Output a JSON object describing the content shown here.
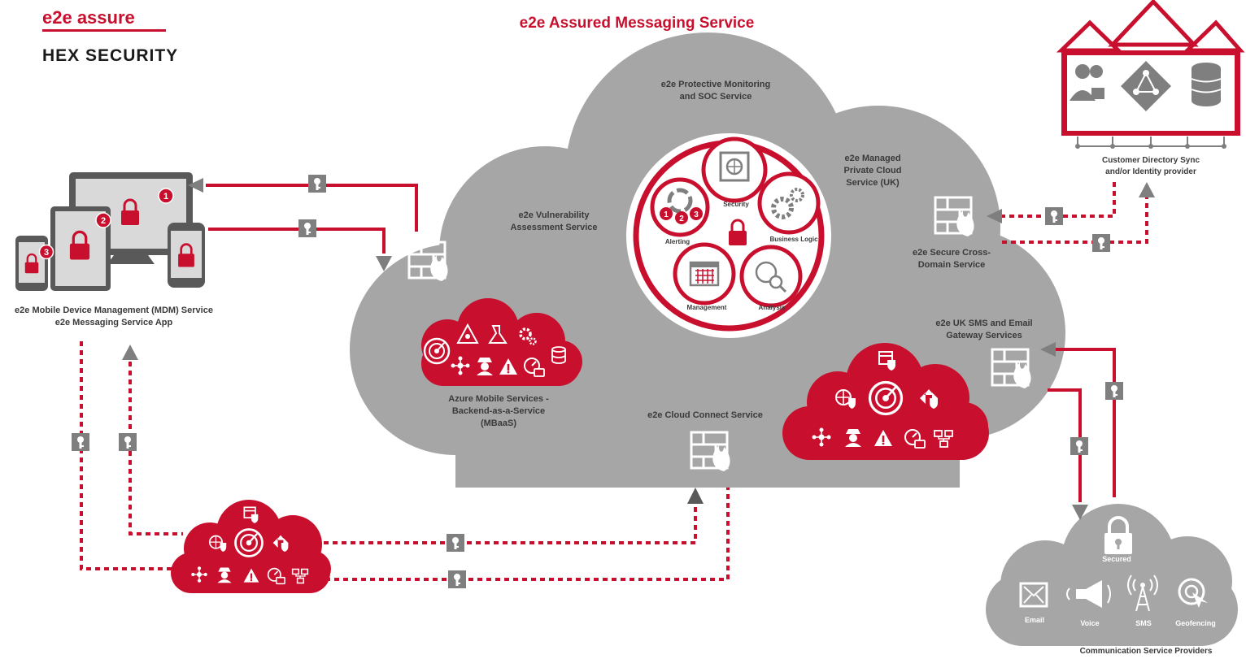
{
  "header": {
    "title": "e2e Assured Messaging Service",
    "logo_top": "e2e assure",
    "logo_bottom": "HEX SECURITY"
  },
  "labels": {
    "protective_monitoring_1": "e2e Protective Monitoring",
    "protective_monitoring_2": "and SOC Service",
    "vuln_1": "e2e Vulnerability",
    "vuln_2": "Assessment Service",
    "managed_1": "e2e Managed",
    "managed_2": "Private Cloud",
    "managed_3": "Service (UK)",
    "cross_domain_1": "e2e Secure Cross-",
    "cross_domain_2": "Domain Service",
    "sms_gw_1": "e2e UK SMS and Email",
    "sms_gw_2": "Gateway Services",
    "azure_1": "Azure Mobile Services -",
    "azure_2": "Backend-as-a-Service",
    "azure_3": "(MBaaS)",
    "cloud_connect": "e2e Cloud Connect Service",
    "mdm_1": "e2e Mobile Device Management (MDM) Service",
    "mdm_2": "e2e Messaging Service App",
    "directory_1": "Customer Directory Sync",
    "directory_2": "and/or Identity provider",
    "csp": "Communication Service Providers"
  },
  "soc_wheel": {
    "security": "Security",
    "alerting": "Alerting",
    "business_logic": "Business Logic",
    "management": "Management",
    "analysis": "Analysis"
  },
  "csp_items": {
    "secured": "Secured",
    "email": "Email",
    "voice": "Voice",
    "sms": "SMS",
    "geofencing": "Geofencing"
  },
  "badges": {
    "one": "1",
    "two": "2",
    "three": "3"
  },
  "colors": {
    "brand_red": "#c8102e",
    "cloud_grey": "#a6a6a6",
    "icon_grey": "#7f7f7f"
  }
}
